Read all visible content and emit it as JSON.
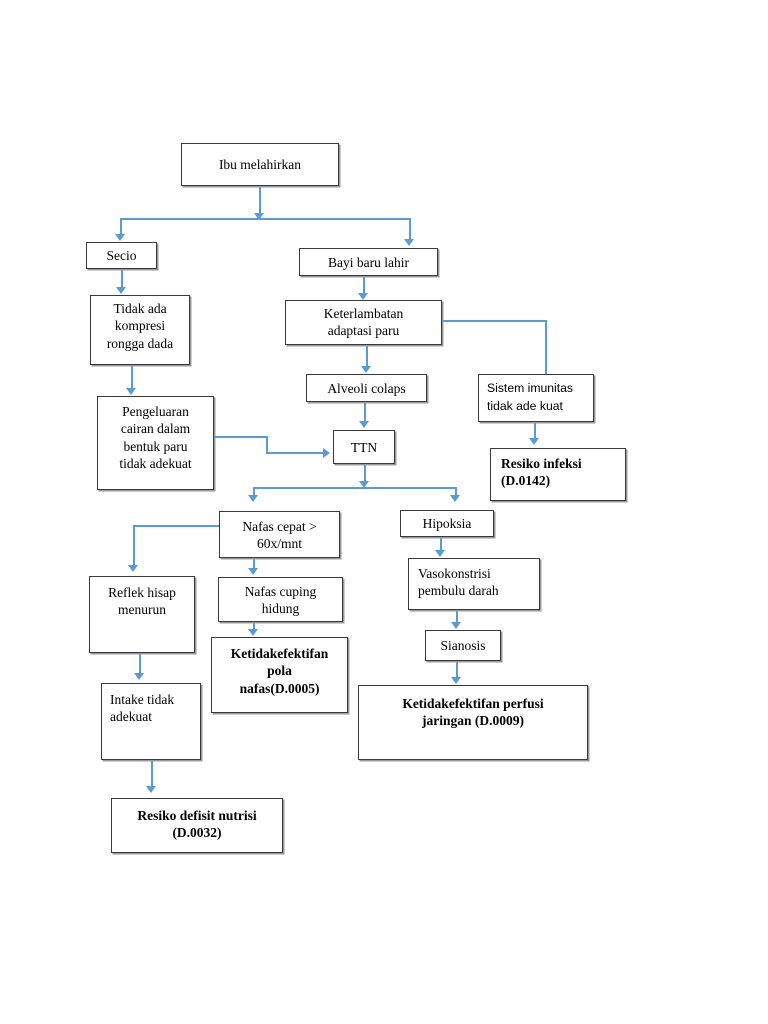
{
  "diagram": {
    "type": "flowchart",
    "title_text": "",
    "accent_color": "#5b9bd5",
    "box_border_color": "#3a3a3a",
    "nodes": [
      {
        "id": "ibu-melahirkan",
        "text": "Ibu melahirkan",
        "emphasis": "normal"
      },
      {
        "id": "secio",
        "text": "Secio",
        "emphasis": "normal"
      },
      {
        "id": "bayi-baru-lahir",
        "text": "Bayi baru lahir",
        "emphasis": "normal"
      },
      {
        "id": "tidak-ada-kompresi",
        "text": "Tidak ada kompresi rongga dada",
        "emphasis": "normal"
      },
      {
        "id": "keterlambatan-adaptasi",
        "text": "Keterlambatan adaptasi paru",
        "emphasis": "normal"
      },
      {
        "id": "alveoli-colaps",
        "text": "Alveoli colaps",
        "emphasis": "normal"
      },
      {
        "id": "sistem-imunitas",
        "text": "Sistem imunitas tidak ade kuat",
        "emphasis": "sans"
      },
      {
        "id": "pengeluaran-cairan",
        "text": "Pengeluaran cairan dalam bentuk paru tidak adekuat",
        "emphasis": "normal"
      },
      {
        "id": "ttn",
        "text": "TTN",
        "emphasis": "normal"
      },
      {
        "id": "resiko-infeksi",
        "text": "Resiko infeksi (D.0142)",
        "emphasis": "bold"
      },
      {
        "id": "nafas-cepat",
        "text": "Nafas cepat > 60x/mnt",
        "emphasis": "normal"
      },
      {
        "id": "hipoksia",
        "text": "Hipoksia",
        "emphasis": "normal"
      },
      {
        "id": "reflek-hisap",
        "text": "Reflek hisap menurun",
        "emphasis": "normal"
      },
      {
        "id": "nafas-cuping",
        "text": "Nafas cuping hidung",
        "emphasis": "normal"
      },
      {
        "id": "vasokonstrisi",
        "text": "Vasokonstrisi pembulu darah",
        "emphasis": "normal"
      },
      {
        "id": "sianosis",
        "text": "Sianosis",
        "emphasis": "normal"
      },
      {
        "id": "ketidakefektifan-pola-nafas",
        "text": "Ketidakefektifan pola nafas(D.0005)",
        "emphasis": "bold"
      },
      {
        "id": "intake-tidak-adekuat",
        "text": "Intake tidak adekuat",
        "emphasis": "normal"
      },
      {
        "id": "ketidakefektifan-perfusi",
        "text": "Ketidakefektifan perfusi jaringan (D.0009)",
        "emphasis": "bold"
      },
      {
        "id": "resiko-defisit-nutrisi",
        "text": "Resiko defisit nutrisi (D.0032)",
        "emphasis": "bold"
      }
    ],
    "node_text": {
      "ibu_melahirkan": "Ibu melahirkan",
      "secio": "Secio",
      "bayi_baru_lahir": "Bayi baru lahir",
      "tidak_ada_kompresi_l1": "Tidak ada",
      "tidak_ada_kompresi_l2": "kompresi",
      "tidak_ada_kompresi_l3": "rongga dada",
      "keterlambatan_l1": "Keterlambatan",
      "keterlambatan_l2": "adaptasi paru",
      "alveoli_colaps": "Alveoli colaps",
      "sistem_imunitas_l1": "Sistem imunitas",
      "sistem_imunitas_l2": "tidak ade kuat",
      "pengeluaran_l1": "Pengeluaran",
      "pengeluaran_l2": "cairan dalam",
      "pengeluaran_l3": "bentuk paru",
      "pengeluaran_l4": "tidak adekuat",
      "ttn": "TTN",
      "resiko_infeksi_l1": "Resiko infeksi",
      "resiko_infeksi_l2": "(D.0142)",
      "nafas_cepat_l1": "Nafas cepat >",
      "nafas_cepat_l2": "60x/mnt",
      "hipoksia": "Hipoksia",
      "reflek_hisap_l1": "Reflek hisap",
      "reflek_hisap_l2": "menurun",
      "nafas_cuping_l1": "Nafas cuping",
      "nafas_cuping_l2": "hidung",
      "vasokonstrisi_l1": "Vasokonstrisi",
      "vasokonstrisi_l2": "pembulu darah",
      "sianosis": "Sianosis",
      "pola_nafas_l1": "Ketidakefektifan",
      "pola_nafas_l2": "pola",
      "pola_nafas_l3": "nafas(D.0005)",
      "intake_l1": "Intake tidak",
      "intake_l2": "adekuat",
      "perfusi_l1": "Ketidakefektifan perfusi",
      "perfusi_l2": "jaringan (D.0009)",
      "defisit_nutrisi_l1": "Resiko defisit nutrisi",
      "defisit_nutrisi_l2": "(D.0032)"
    },
    "edges": [
      {
        "from": "ibu-melahirkan",
        "to": "secio"
      },
      {
        "from": "ibu-melahirkan",
        "to": "bayi-baru-lahir"
      },
      {
        "from": "secio",
        "to": "tidak-ada-kompresi"
      },
      {
        "from": "bayi-baru-lahir",
        "to": "keterlambatan-adaptasi"
      },
      {
        "from": "tidak-ada-kompresi",
        "to": "pengeluaran-cairan"
      },
      {
        "from": "keterlambatan-adaptasi",
        "to": "alveoli-colaps"
      },
      {
        "from": "keterlambatan-adaptasi",
        "to": "sistem-imunitas"
      },
      {
        "from": "alveoli-colaps",
        "to": "ttn"
      },
      {
        "from": "pengeluaran-cairan",
        "to": "ttn"
      },
      {
        "from": "sistem-imunitas",
        "to": "resiko-infeksi"
      },
      {
        "from": "ttn",
        "to": "nafas-cepat"
      },
      {
        "from": "ttn",
        "to": "hipoksia"
      },
      {
        "from": "nafas-cepat",
        "to": "reflek-hisap"
      },
      {
        "from": "nafas-cepat",
        "to": "nafas-cuping"
      },
      {
        "from": "hipoksia",
        "to": "vasokonstrisi"
      },
      {
        "from": "nafas-cuping",
        "to": "ketidakefektifan-pola-nafas"
      },
      {
        "from": "vasokonstrisi",
        "to": "sianosis"
      },
      {
        "from": "reflek-hisap",
        "to": "intake-tidak-adekuat"
      },
      {
        "from": "sianosis",
        "to": "ketidakefektifan-perfusi"
      },
      {
        "from": "intake-tidak-adekuat",
        "to": "resiko-defisit-nutrisi"
      }
    ]
  }
}
